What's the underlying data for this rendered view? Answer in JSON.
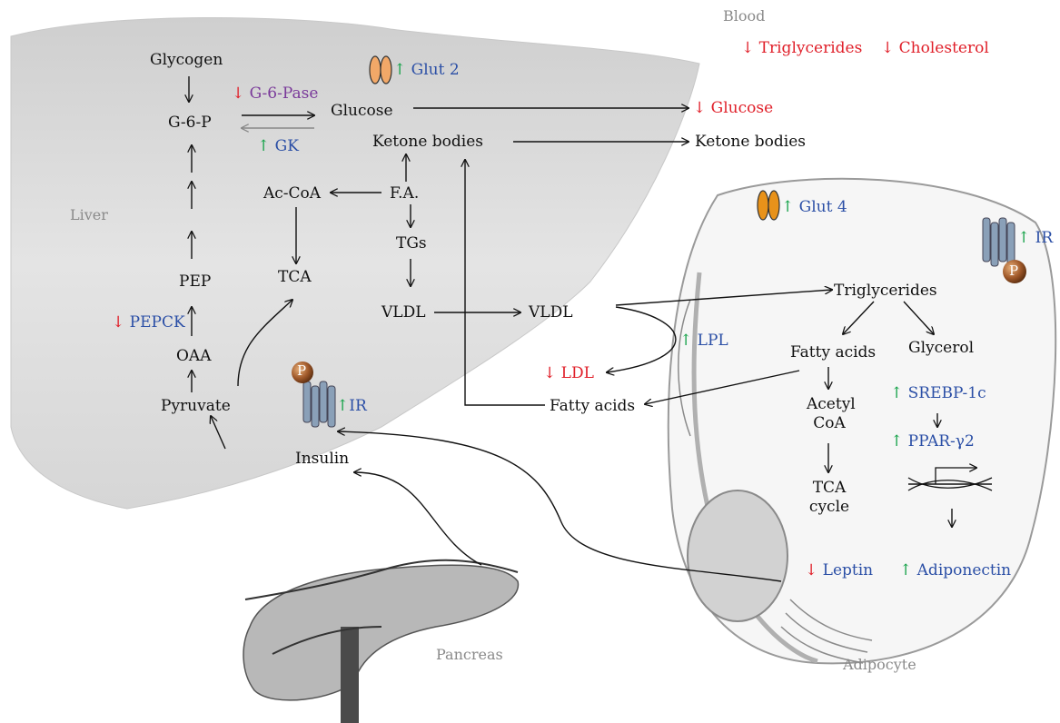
{
  "regions": {
    "blood": "Blood",
    "liver": "Liver",
    "pancreas": "Pancreas",
    "adipocyte": "Adipocyte"
  },
  "arrows": {
    "up": "↑",
    "down": "↓"
  },
  "blood": {
    "triglycerides": "Triglycerides",
    "cholesterol": "Cholesterol",
    "glucose": "Glucose",
    "ketone_bodies": "Ketone bodies",
    "vldl": "VLDL",
    "ldl": "LDL",
    "fatty_acids": "Fatty acids",
    "insulin": "Insulin"
  },
  "liver": {
    "glycogen": "Glycogen",
    "g6p": "G-6-P",
    "g6pase": "G-6-Pase",
    "glucose": "Glucose",
    "gk": "GK",
    "glut2": "Glut 2",
    "ketone_bodies": "Ketone bodies",
    "acetyl_coa": "Ac-CoA",
    "fa": "F.A.",
    "tgs": "TGs",
    "vldl": "VLDL",
    "tca": "TCA",
    "pep": "PEP",
    "pepck": "PEPCK",
    "oaa": "OAA",
    "pyruvate": "Pyruvate",
    "ir": "IR",
    "p": "P"
  },
  "adipocyte": {
    "glut4": "Glut 4",
    "ir": "IR",
    "p": "P",
    "triglycerides": "Triglycerides",
    "lpl": "LPL",
    "fatty_acids": "Fatty acids",
    "glycerol": "Glycerol",
    "acetyl": "Acetyl",
    "coa": "CoA",
    "tca": "TCA",
    "cycle": "cycle",
    "srebp": "SREBP-1c",
    "ppar": "PPAR-γ2",
    "leptin": "Leptin",
    "adiponectin": "Adiponectin"
  },
  "colors": {
    "increase_arrow": "#17a34a",
    "decrease_arrow": "#e0202a",
    "protein_label": "#2b4fa6",
    "blood_change": "#e0202a",
    "organ_fill": "#dcdcdc",
    "transporter": "#f2a868"
  }
}
